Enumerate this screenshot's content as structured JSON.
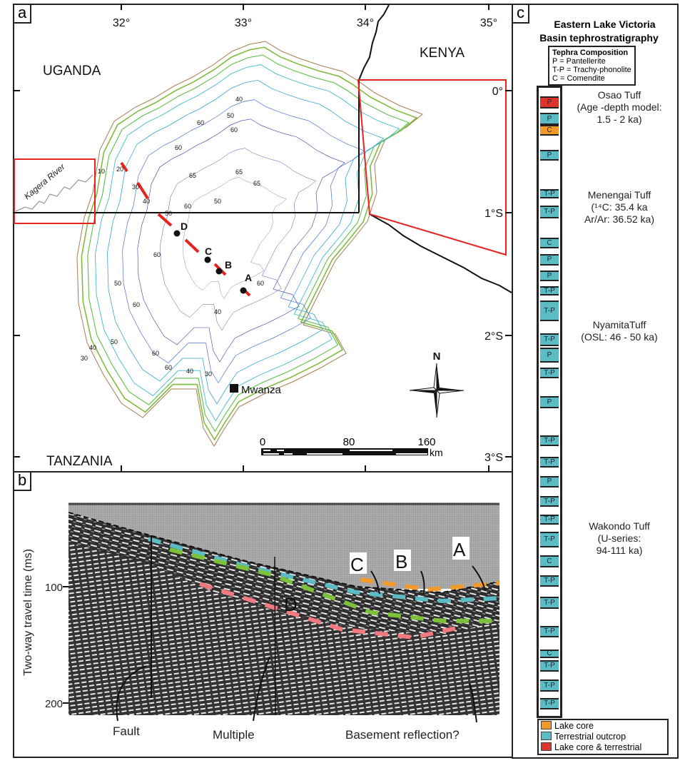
{
  "panel_a": {
    "label": "a",
    "longitudes": [
      "32°",
      "33°",
      "34°",
      "35°"
    ],
    "latitudes": [
      "0°",
      "1°S",
      "2°S",
      "3°S"
    ],
    "countries": {
      "uganda": "UGANDA",
      "kenya": "KENYA",
      "tanzania": "TANZANIA"
    },
    "river": "Kagera River",
    "city": "Mwanza",
    "sites": [
      "A",
      "B",
      "C",
      "D"
    ],
    "depth_labels": [
      "10",
      "20",
      "30",
      "40",
      "50",
      "60",
      "65",
      "65",
      "60",
      "50",
      "40",
      "50",
      "60",
      "60",
      "60",
      "65",
      "60",
      "50",
      "40",
      "60",
      "50",
      "40",
      "30",
      "60",
      "60",
      "40",
      "30"
    ],
    "scale": {
      "ticks": [
        "0",
        "80",
        "160"
      ],
      "unit": "km"
    },
    "north": "N"
  },
  "panel_b": {
    "label": "b",
    "ylabel": "Two-way travel time (ms)",
    "yticks": [
      "100",
      "200"
    ],
    "horizons": [
      "A",
      "B",
      "C",
      "D"
    ],
    "annotations": {
      "fault": "Fault",
      "multiple": "Multiple",
      "basement": "Basement reflection?"
    }
  },
  "panel_c": {
    "label": "c",
    "title_line1": "Eastern Lake Victoria",
    "title_line2": "Basin tephrostratigraphy",
    "composition_legend": {
      "title": "Tephra Composition",
      "items": [
        "P = Pantellerite",
        "T-P = Trachy-phonolite",
        "C = Comendite"
      ]
    },
    "tuffs": [
      {
        "name": "Osao Tuff",
        "l2": "(Age -depth model:",
        "l3": "1.5 - 2 ka)"
      },
      {
        "name": "Menengai Tuff",
        "l2": "(¹⁴C: 35.4 ka",
        "l3": "Ar/Ar: 36.52 ka)"
      },
      {
        "name": "NyamitaTuff",
        "l2": "(OSL: 46 - 50 ka)",
        "l3": ""
      },
      {
        "name": "Wakondo Tuff",
        "l2": "(U-series:",
        "l3": "94-111 ka)"
      }
    ],
    "layers": [
      {
        "label": "P",
        "source": "both"
      },
      {
        "label": "P",
        "source": "terrestrial"
      },
      {
        "label": "C",
        "source": "lake"
      },
      {
        "label": "P",
        "source": "terrestrial"
      },
      {
        "label": "T-P",
        "source": "terrestrial"
      },
      {
        "label": "T-P",
        "source": "terrestrial"
      },
      {
        "label": "C",
        "source": "terrestrial"
      },
      {
        "label": "P",
        "source": "terrestrial"
      },
      {
        "label": "P",
        "source": "terrestrial"
      },
      {
        "label": "T-P",
        "source": "terrestrial"
      },
      {
        "label": "T-P",
        "source": "terrestrial"
      },
      {
        "label": "T-P",
        "source": "terrestrial"
      },
      {
        "label": "P",
        "source": "terrestrial"
      },
      {
        "label": "T-P",
        "source": "terrestrial"
      },
      {
        "label": "P",
        "source": "terrestrial"
      },
      {
        "label": "T-P",
        "source": "terrestrial"
      },
      {
        "label": "T-P",
        "source": "terrestrial"
      },
      {
        "label": "P",
        "source": "terrestrial"
      },
      {
        "label": "T-P",
        "source": "terrestrial"
      },
      {
        "label": "T-P",
        "source": "terrestrial"
      },
      {
        "label": "T-P",
        "source": "terrestrial"
      },
      {
        "label": "C",
        "source": "terrestrial"
      },
      {
        "label": "T-P",
        "source": "terrestrial"
      },
      {
        "label": "T-P",
        "source": "terrestrial"
      },
      {
        "label": "T-P",
        "source": "terrestrial"
      },
      {
        "label": "C",
        "source": "terrestrial"
      },
      {
        "label": "T-P",
        "source": "terrestrial"
      },
      {
        "label": "T-P",
        "source": "terrestrial"
      },
      {
        "label": "T-P",
        "source": "terrestrial"
      }
    ],
    "source_legend": [
      {
        "label": "Lake core",
        "key": "lake"
      },
      {
        "label": "Terrestrial outcrop",
        "key": "terrestrial"
      },
      {
        "label": "Lake core & terrestrial",
        "key": "both"
      }
    ],
    "colors": {
      "lake": "#f39a2a",
      "terrestrial": "#5bbcc6",
      "both": "#e0332c"
    }
  },
  "colors": {
    "horizon_A": "#f39a2a",
    "horizon_B": "#5bbcc6",
    "horizon_C": "#7cc13a",
    "horizon_D": "#f07a80",
    "box": "#e8231f"
  }
}
